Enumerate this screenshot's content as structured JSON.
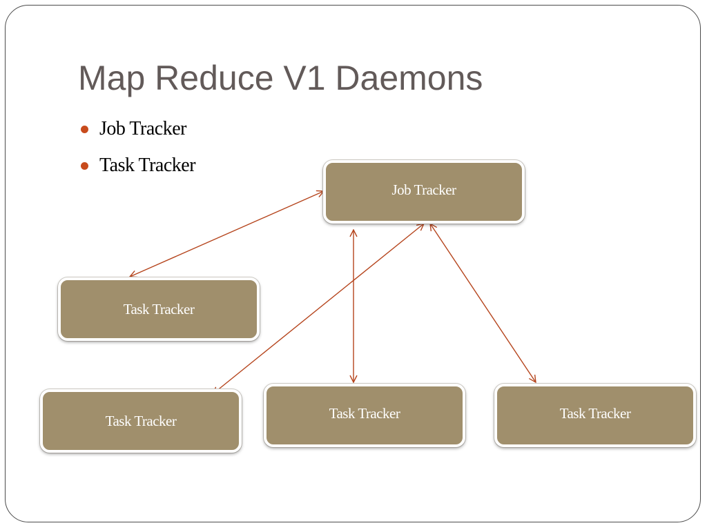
{
  "slide": {
    "title": "Map Reduce V1 Daemons",
    "bullets": [
      "Job Tracker",
      "Task Tracker"
    ]
  },
  "diagram": {
    "nodes": {
      "job_tracker": "Job Tracker",
      "task_tracker_1": "Task Tracker",
      "task_tracker_2": "Task Tracker",
      "task_tracker_3": "Task Tracker",
      "task_tracker_4": "Task Tracker"
    },
    "edges": [
      {
        "from": "job_tracker",
        "to": "task_tracker_1",
        "direction": "both"
      },
      {
        "from": "job_tracker",
        "to": "task_tracker_2",
        "direction": "both"
      },
      {
        "from": "job_tracker",
        "to": "task_tracker_3",
        "direction": "both"
      },
      {
        "from": "job_tracker",
        "to": "task_tracker_4",
        "direction": "both"
      }
    ]
  },
  "colors": {
    "title": "#625a59",
    "bullet": "#c84b1c",
    "node_fill": "#a08f6c",
    "node_text": "#ffffff",
    "connector": "#b5441c"
  }
}
